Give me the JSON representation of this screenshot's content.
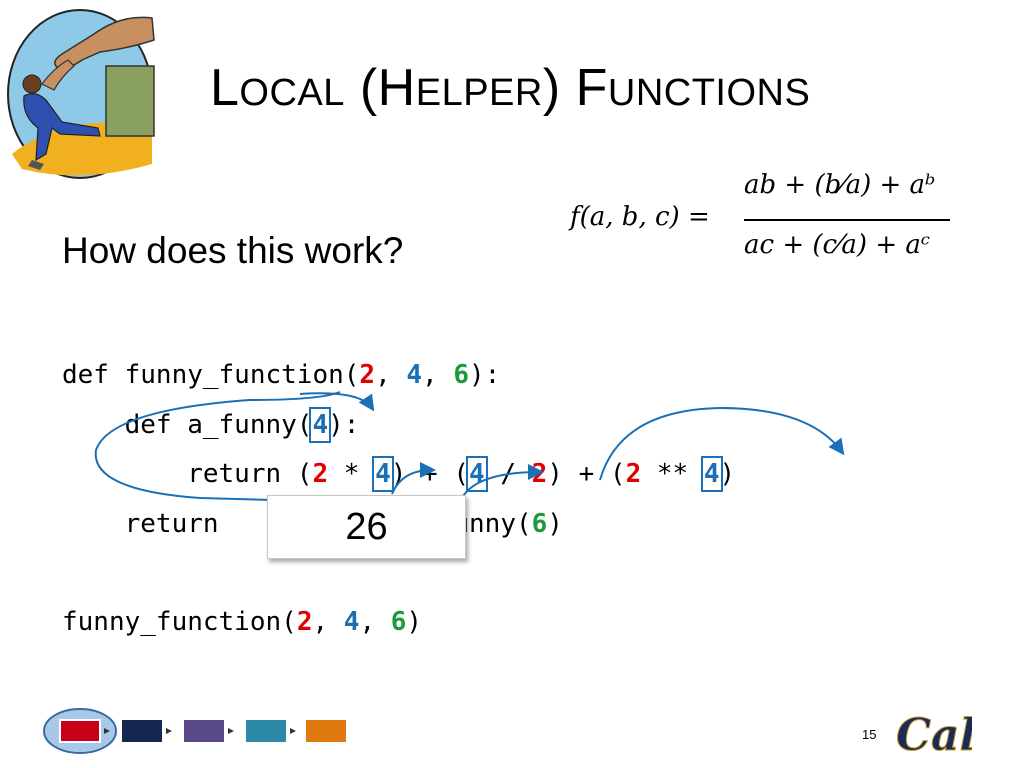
{
  "slide": {
    "title_L": "L",
    "title_ocal": "OCAL",
    "title_open": " (H",
    "title_elper": "ELPER",
    "title_close": ") F",
    "title_unctions": "UNCTIONS",
    "prompt": "How does this work?",
    "page_number": "15"
  },
  "formula": {
    "lhs": "f(a, b, c) =",
    "numerator": "ab + (b⁄a) + aᵇ",
    "denominator": "ac + (c⁄a) +  aᶜ"
  },
  "code": {
    "line1": {
      "a": "def funny_function(",
      "v1": "2",
      "s1": ", ",
      "v2": "4",
      "s2": ", ",
      "v3": "6",
      "end": "):"
    },
    "line2": {
      "a": "    def a_funny(",
      "v": "4",
      "end": "):"
    },
    "line3": {
      "a": "        return (",
      "v1": "2",
      "s1": " * ",
      "v2": "4",
      "s2": ") + (",
      "v3": "4",
      "s3": " / ",
      "v4": "2",
      "s4": ") + (",
      "v5": "2",
      "s5": " ** ",
      "v6": "4",
      "end": ")"
    },
    "line4": {
      "a": "    return",
      "gap": "          ",
      "b": "/ a_funny(",
      "v": "6",
      "end": ")"
    },
    "line6": {
      "a": "funny_function(",
      "v1": "2",
      "s1": ", ",
      "v2": "4",
      "s2": ", ",
      "v3": "6",
      "end": ")"
    }
  },
  "result": {
    "value": "26"
  },
  "colors": {
    "red": "#e00000",
    "blue": "#1a6fb5",
    "green": "#1a9a3a",
    "arrow": "#1a6fb5"
  },
  "nav": {
    "icon_names": [
      "nav-red",
      "nav-navy",
      "nav-purple",
      "nav-teal",
      "nav-orange"
    ]
  },
  "logo": {
    "text": "Cal"
  }
}
